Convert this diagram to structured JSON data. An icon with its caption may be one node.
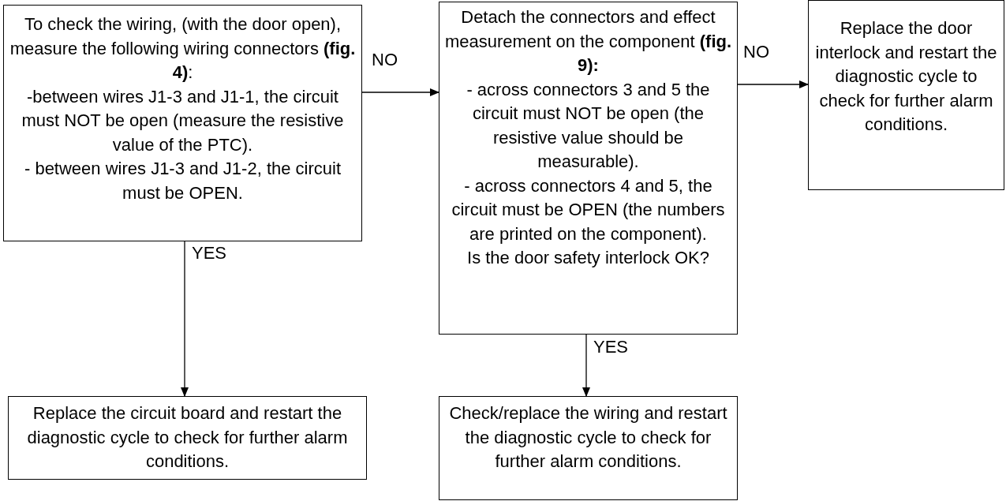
{
  "diagram": {
    "nodes": [
      {
        "text": [
          "To check the wiring, (with the door open), measure the following wiring connectors **(fig. 4)**:",
          "-between wires J1-3 and J1-1, the circuit must NOT be open (measure the resistive value of the PTC).",
          "- between wires J1-3 and J1-2, the circuit must be OPEN."
        ]
      },
      {
        "text": [
          "Detach the connectors and effect measurement on the component **(fig. 9):**",
          "- across connectors 3 and 5 the circuit must NOT be open (the resistive value should be measurable).",
          "- across connectors 4 and 5, the circuit must be OPEN (the numbers are printed on the component).",
          "Is the door safety interlock OK?"
        ]
      },
      {
        "text": [
          "Replace the door interlock and restart the diagnostic cycle to check for further alarm conditions."
        ]
      },
      {
        "text": [
          "Replace the circuit board and restart the diagnostic cycle to check for further alarm conditions."
        ]
      },
      {
        "text": [
          "Check/replace the wiring and restart the diagnostic cycle to check for further alarm conditions."
        ]
      }
    ],
    "edges": [
      {
        "from": 0,
        "to": 1,
        "arrow": "to",
        "label": "NO"
      },
      {
        "from": 1,
        "to": 2,
        "arrow": "to",
        "label": "NO"
      },
      {
        "from": 0,
        "to": 3,
        "arrow": "to",
        "label": "YES"
      },
      {
        "from": 1,
        "to": 4,
        "arrow": "to",
        "label": "YES"
      }
    ]
  }
}
